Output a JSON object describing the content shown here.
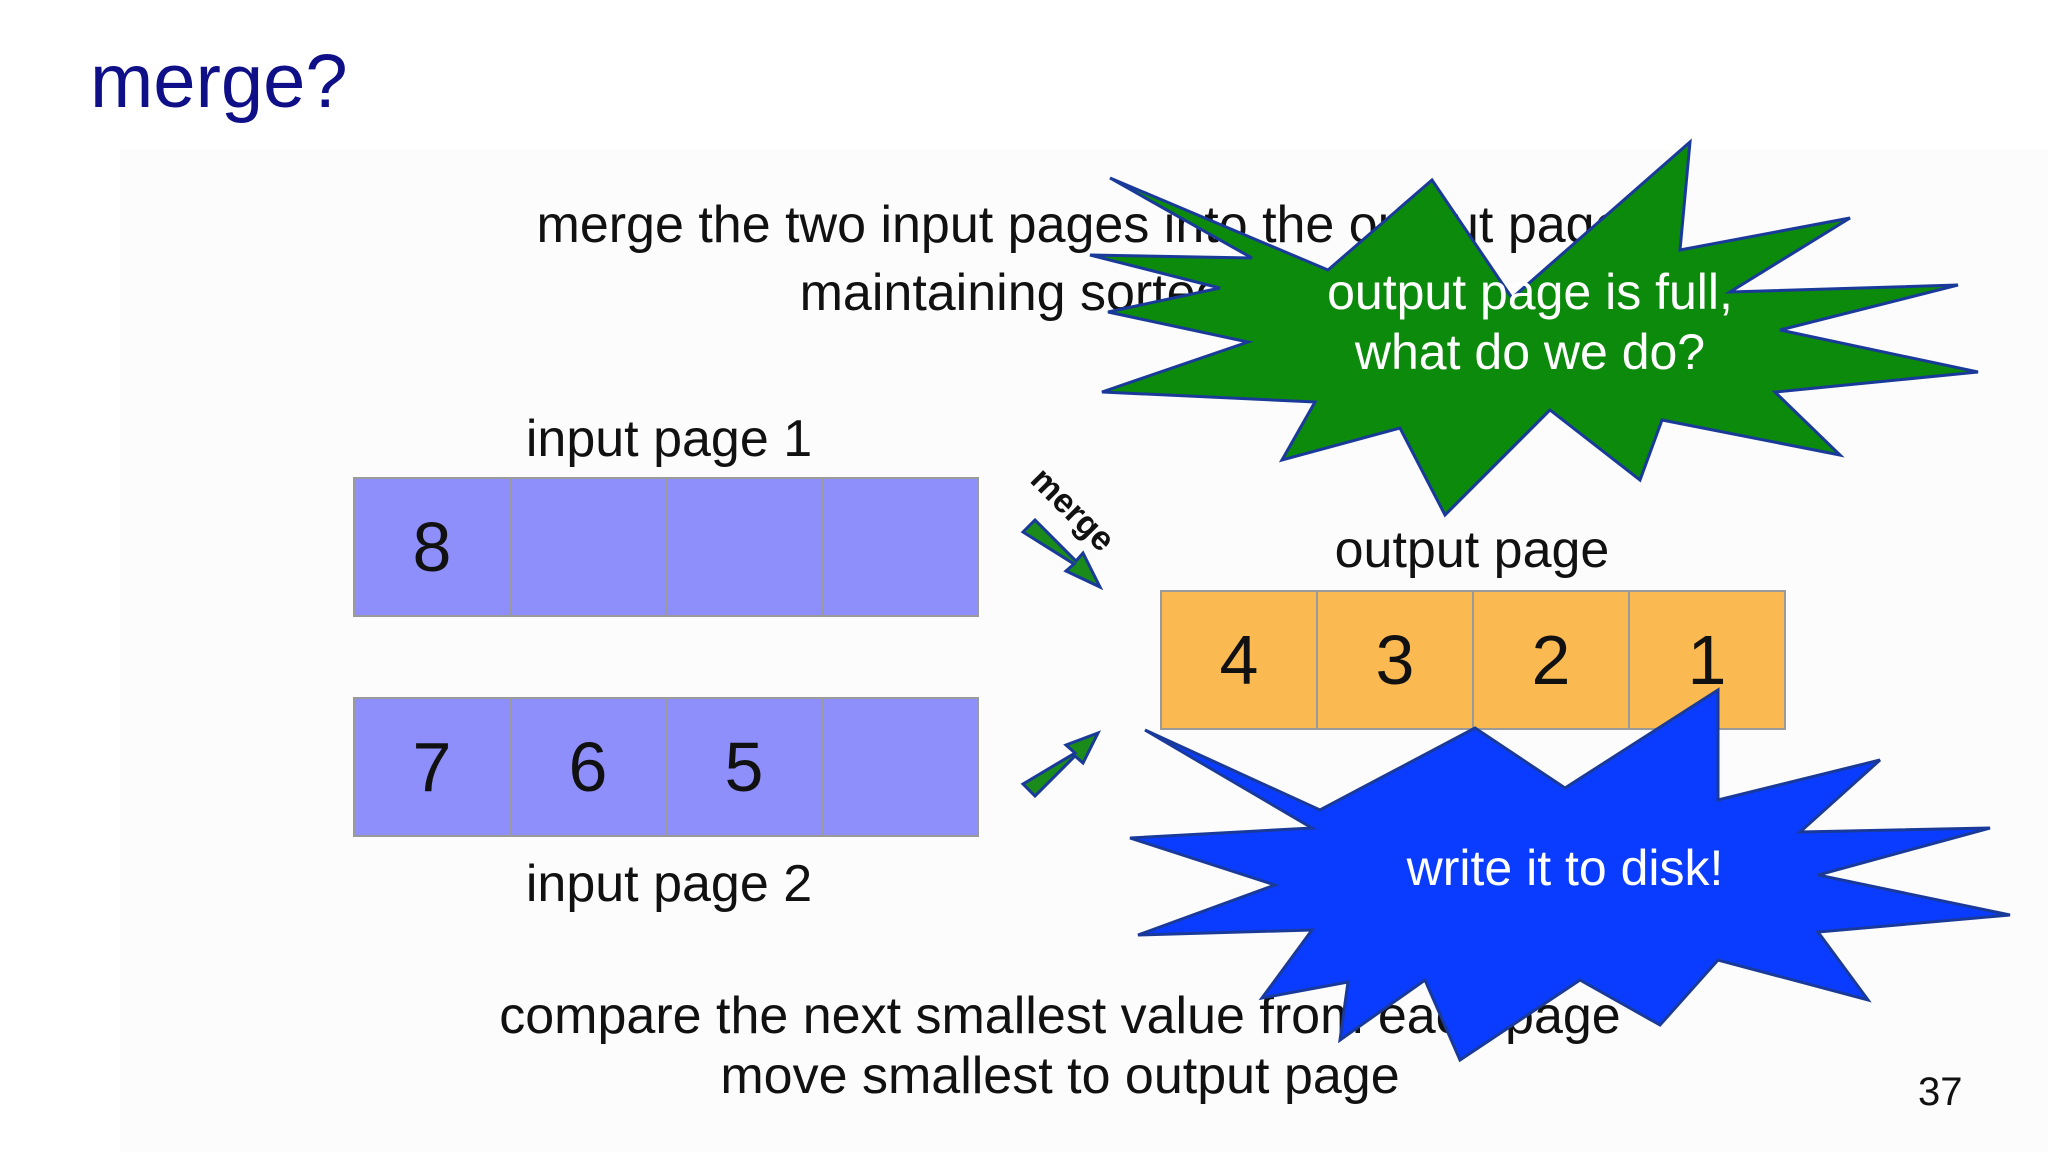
{
  "slide": {
    "title": "merge?",
    "instruction_top": {
      "line1": "merge the two input pages into the output page",
      "line2": "maintaining sorted order"
    },
    "instruction_bottom": {
      "line1": "compare the next smallest value from each page",
      "line2": "move smallest to output page"
    },
    "slide_number": "37"
  },
  "input_page_1": {
    "label": "input page 1",
    "cells": [
      "8",
      "",
      "",
      ""
    ]
  },
  "input_page_2": {
    "label": "input page 2",
    "cells": [
      "7",
      "6",
      "5",
      ""
    ]
  },
  "output_page": {
    "label": "output page",
    "cells": [
      "4",
      "3",
      "2",
      "1"
    ]
  },
  "arrows": {
    "merge_label": "merge",
    "color": "#1a8a1a"
  },
  "callouts": {
    "question": {
      "line1": "output page is full,",
      "line2": "what do we do?",
      "color": "#0c8a0c"
    },
    "answer": {
      "text": "write it to disk!",
      "color": "#0a3cff"
    }
  },
  "colors": {
    "title": "#0f0f87",
    "input_cell": "#8f8ffb",
    "output_cell": "#fbb951"
  }
}
